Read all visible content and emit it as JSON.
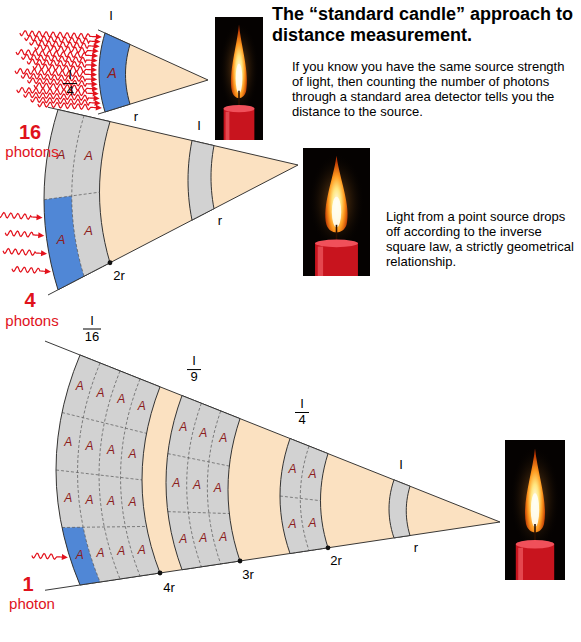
{
  "diagram": {
    "title": "The “standard candle” approach to distance measurement.",
    "labels": [
      "If you know you have the same source strength of light, then counting the number of photons through a standard area detector tells you the distance to the source.",
      "Light from a point source drops off according to the inverse square law, a strictly geometrical relationship.",
      "I",
      "A",
      "r",
      "16",
      "photons",
      "I",
      "4",
      "A",
      "A",
      "A",
      "A",
      "I",
      "r",
      "2r",
      "4",
      "photons",
      "I",
      "16",
      "A",
      "A",
      "A",
      "A",
      "A",
      "A",
      "A",
      "A",
      "A",
      "A",
      "A",
      "A",
      "A",
      "A",
      "A",
      "A",
      "I",
      "9",
      "A",
      "A",
      "A",
      "A",
      "A",
      "A",
      "A",
      "A",
      "A",
      "I",
      "4",
      "A",
      "A",
      "A",
      "A",
      "I",
      "r",
      "2r",
      "3r",
      "4r",
      "1",
      "photon"
    ]
  }
}
